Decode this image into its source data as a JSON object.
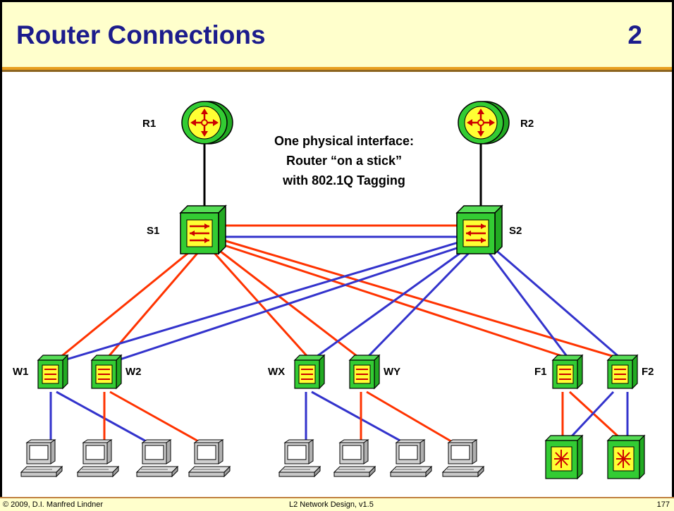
{
  "title": "Router Connections",
  "slide_number": "2",
  "annotation": [
    "One physical interface:",
    "Router “on a stick”",
    "with 802.1Q Tagging"
  ],
  "routers": [
    {
      "id": "R1",
      "label": "R1"
    },
    {
      "id": "R2",
      "label": "R2"
    }
  ],
  "core_switches": [
    {
      "id": "S1",
      "label": "S1"
    },
    {
      "id": "S2",
      "label": "S2"
    }
  ],
  "access_switches": [
    {
      "id": "W1",
      "label": "W1"
    },
    {
      "id": "W2",
      "label": "W2"
    },
    {
      "id": "WX",
      "label": "WX"
    },
    {
      "id": "WY",
      "label": "WY"
    },
    {
      "id": "F1",
      "label": "F1"
    },
    {
      "id": "F2",
      "label": "F2"
    }
  ],
  "server_devices": [
    "server-1",
    "server-2"
  ],
  "workstations": [
    "pc-1",
    "pc-2",
    "pc-3",
    "pc-4",
    "pc-5",
    "pc-6",
    "pc-7",
    "pc-8"
  ],
  "colors": {
    "title_text": "#1c1c8c",
    "title_bg": "#ffffcc",
    "link_red": "#ff3300",
    "link_blue": "#3333cc",
    "device_green": "#33cc33",
    "device_yellow": "#ffff33"
  },
  "footer": {
    "copyright": "© 2009, D.I. Manfred Lindner",
    "course": "L2 Network Design, v1.5",
    "page": "177"
  }
}
